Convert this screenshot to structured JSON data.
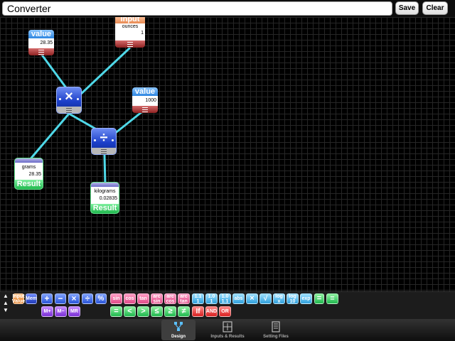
{
  "header": {
    "title": "Converter",
    "save_label": "Save",
    "clear_label": "Clear"
  },
  "nodes": {
    "value1": {
      "type": "value",
      "value": "28.35"
    },
    "input1": {
      "type": "input",
      "label": "ounces",
      "value": "1"
    },
    "value2": {
      "type": "value",
      "value": "1000"
    },
    "multiply": {
      "symbol": "×"
    },
    "divide": {
      "symbol": "÷"
    },
    "result1": {
      "label": "grams",
      "value": "28.35",
      "footer": "Result"
    },
    "result2": {
      "label": "kilograms",
      "value": "0.02835",
      "footer": "Result"
    }
  },
  "toolbar": {
    "row1": [
      "Input\nValue",
      "Mem",
      "+",
      "−",
      "×",
      "÷",
      "%",
      "sin",
      "cos",
      "tan",
      "arc\nsin",
      "arc\ncos",
      "arc\ntan",
      "1.1\n1",
      "1.0\n1",
      "1.0\n1.1",
      "abs",
      "×",
      "√",
      "log\nx",
      "log\n10",
      "exp",
      "=",
      "≡"
    ],
    "row2": [
      "M+",
      "M−",
      "MR",
      "=",
      "<",
      ">",
      "≤",
      "≥",
      "≠",
      "If",
      "AND",
      "OR"
    ]
  },
  "tabs": [
    {
      "label": "Design",
      "active": true
    },
    {
      "label": "Inputs & Results",
      "active": false
    },
    {
      "label": "Setting Files",
      "active": false
    }
  ],
  "colors": {
    "wire": "#4fd8e8",
    "value_head": "#3b97e8",
    "input_head": "#f2a877",
    "result_foot": "#2cc45a",
    "op_node": "#1c3fc9"
  }
}
